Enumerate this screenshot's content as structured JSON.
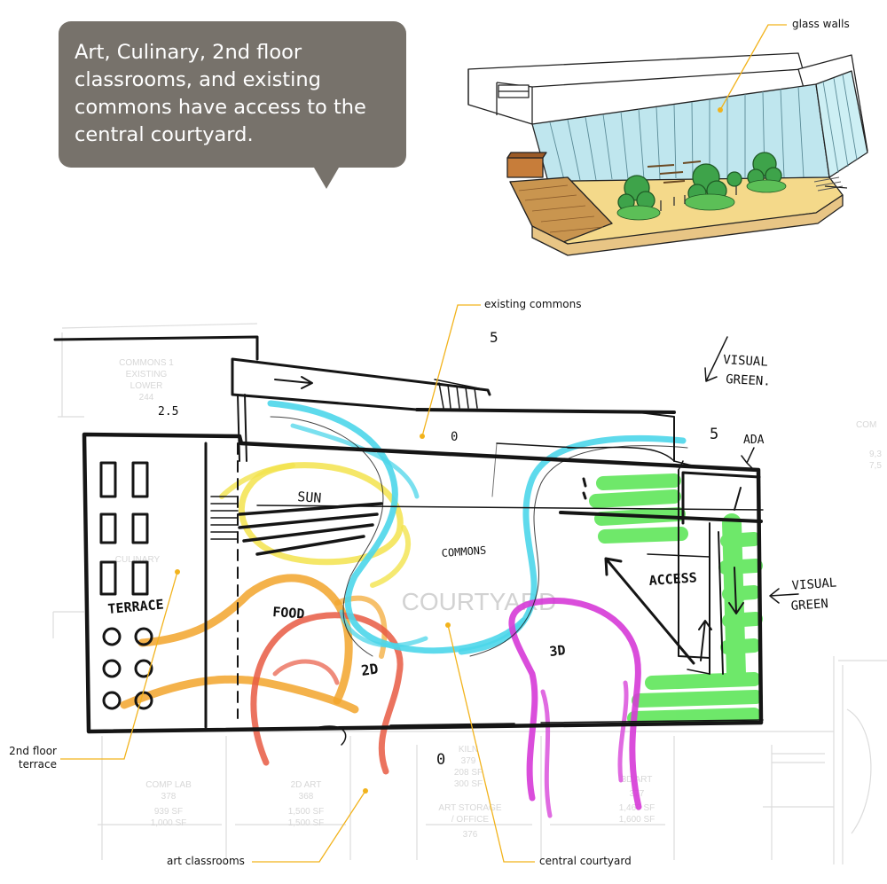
{
  "bubble": {
    "text": "Art, Culinary, 2nd floor classrooms, and existing commons have access to the central courtyard."
  },
  "callouts": {
    "glass_walls": "glass walls",
    "existing_commons": "existing commons",
    "second_floor_terrace_line1": "2nd floor",
    "second_floor_terrace_line2": "terrace",
    "art_classrooms": "art classrooms",
    "central_courtyard": "central courtyard"
  },
  "sketch_labels": {
    "sun": "SUN",
    "terrace": "TERRACE",
    "food": "FOOD",
    "commons": "COMMONS",
    "access": "ACCESS",
    "two_d": "2D",
    "three_d": "3D",
    "visual_green_top_1": "VISUAL",
    "visual_green_top_2": "GREEN.",
    "visual_green_right_1": "VISUAL",
    "visual_green_right_2": "GREEN",
    "ada": "ADA",
    "num_5_top": "5",
    "num_5_right": "5",
    "num_25": "2.5",
    "num_0_top": "0",
    "num_0_bottom": "0"
  },
  "plan_labels": {
    "commons1_a": "COMMONS 1",
    "commons1_b": "EXISTING",
    "commons1_c": "LOWER",
    "commons1_d": "244",
    "culinary": "CULINARY",
    "courtyard": "COURTYARD",
    "kiln_a": "KILN",
    "kiln_b": "379",
    "kiln_c": "208 SF",
    "kiln_d": "300 SF",
    "comp_lab_a": "COMP LAB",
    "comp_lab_b": "378",
    "comp_lab_c": "939 SF",
    "comp_lab_d": "1,000 SF",
    "art2d_a": "2D ART",
    "art2d_b": "368",
    "art2d_c": "1,500 SF",
    "art2d_d": "1,500 SF",
    "art_storage_a": "ART STORAGE",
    "art_storage_b": "/ OFFICE",
    "art_storage_c": "376",
    "art3d_a": "3D ART",
    "art3d_b": "377",
    "art3d_c": "1,460 SF",
    "art3d_d": "1,600 SF",
    "com_right_a": "COM",
    "com_right_b": "9,3",
    "com_right_c": "7,5"
  },
  "colors": {
    "bubble_bg": "#77726b",
    "callout_line": "#f2b31c",
    "cyan_marker": "#4dd6ea",
    "yellow_marker": "#f3e34e",
    "orange_marker": "#f2a52c",
    "red_marker": "#e85a43",
    "magenta_marker": "#d63ad7",
    "green_marker": "#5fe65a",
    "courtyard_wood": "#ddb36a",
    "glass": "#bfe6ee"
  }
}
